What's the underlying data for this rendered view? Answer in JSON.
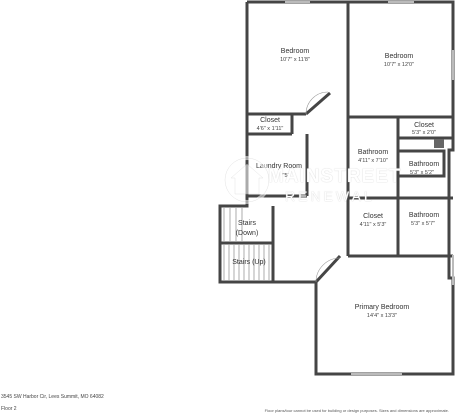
{
  "rooms": [
    {
      "name": "Bedroom",
      "dim": "10'7\" x 11'8\""
    },
    {
      "name": "Bedroom",
      "dim": "10'7\" x 12'0\""
    },
    {
      "name": "Closet",
      "dim": "4'6\" x 1'11\""
    },
    {
      "name": "Closet",
      "dim": "5'3\" x 2'0\""
    },
    {
      "name": "Bathroom",
      "dim": "4'11\" x 7'10\""
    },
    {
      "name": "Bathroom",
      "dim": "5'3\" x 5'2\""
    },
    {
      "name": "Laundry Room",
      "dim": "7'5\""
    },
    {
      "name": "Closet",
      "dim": "4'11\" x 5'3\""
    },
    {
      "name": "Bathroom",
      "dim": "5'3\" x 5'7\""
    },
    {
      "name": "Stairs",
      "dim": "(Down)"
    },
    {
      "name": "Stairs (Up)",
      "dim": ""
    },
    {
      "name": "Primary Bedroom",
      "dim": "14'4\" x 13'3\""
    }
  ],
  "watermark": {
    "brand": "MAINSTREET",
    "sub": "RENEWAL"
  },
  "footer": {
    "address": "3545 SW Harbor Cir, Lees Summit, MO 64082",
    "floor": "Floor 2",
    "disclaimer": "Floor plans/tour cannot be used for building or design purposes. Sizes and dimensions are approximate."
  },
  "colors": {
    "wall": "#444444",
    "floor": "#ffffff",
    "window": "#bbbbbb"
  }
}
